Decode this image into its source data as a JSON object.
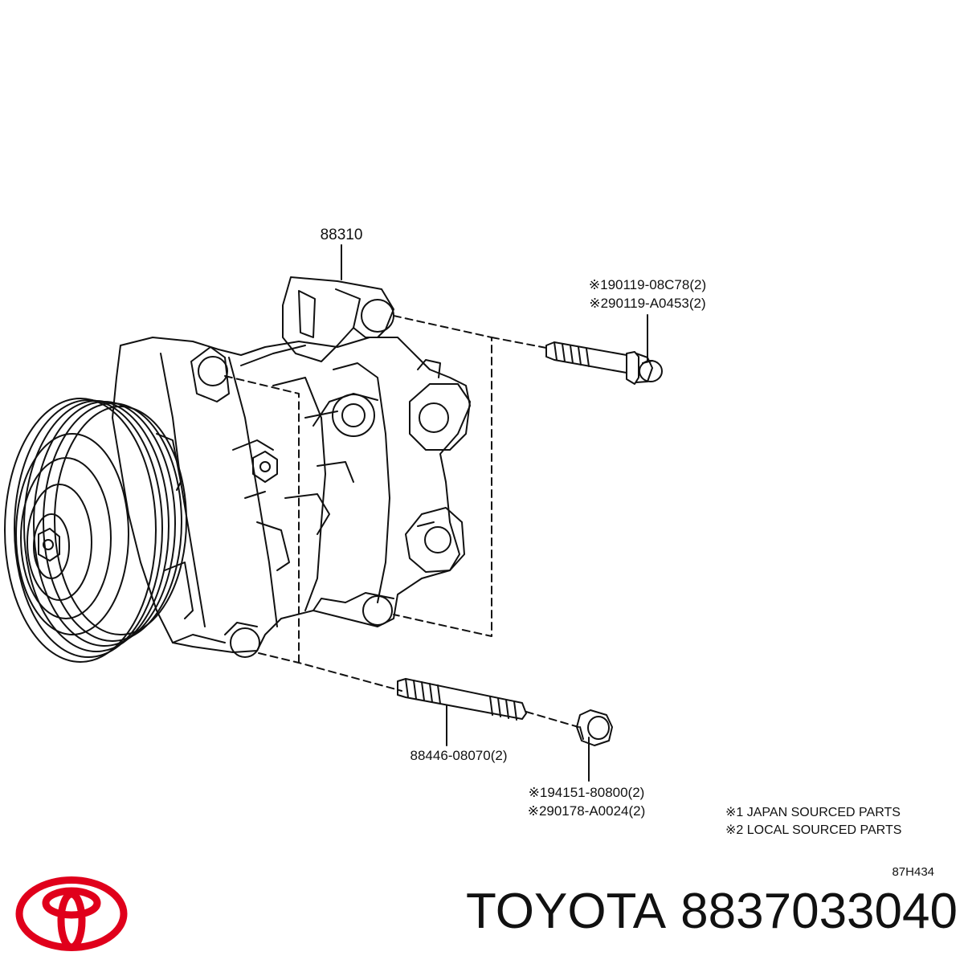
{
  "callouts": {
    "compressor": "88310",
    "bolt_upper_1": "※190119-08C78(2)",
    "bolt_upper_2": "※290119-A0453(2)",
    "stud": "88446-08070(2)",
    "nut_1": "※194151-80800(2)",
    "nut_2": "※290178-A0024(2)"
  },
  "notes": {
    "line_1": "※1 JAPAN SOURCED PARTS",
    "line_2": "※2 LOCAL SOURCED PARTS"
  },
  "diagram_ref": "87H434",
  "brand": {
    "name": "TOYOTA",
    "part_number": "8837033040",
    "logo_color": "#e0001b"
  }
}
